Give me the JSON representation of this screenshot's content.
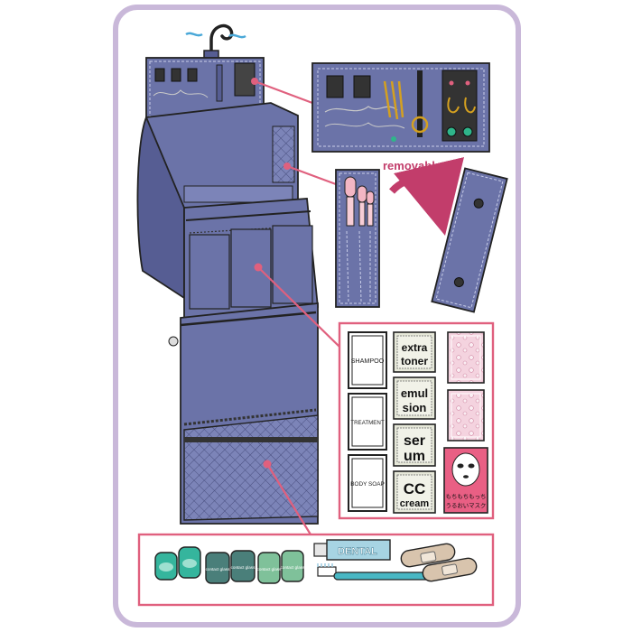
{
  "colors": {
    "frame": "#c9b8d9",
    "bag": "#6b73a8",
    "bag_dark": "#565d93",
    "accent_pink": "#e0607e",
    "arrow": "#c23d6b",
    "mesh": "#7c84b8"
  },
  "labels": {
    "removable": "removable"
  },
  "products": {
    "bottles": [
      "SHAMPOO",
      "TREATMENT",
      "BODY SOAP"
    ],
    "sachets": [
      {
        "line1": "extra",
        "line2": "toner"
      },
      {
        "line1": "emul",
        "line2": "sion"
      },
      {
        "line1": "ser",
        "line2": "um"
      },
      {
        "line1": "CC",
        "line2": "cream"
      }
    ],
    "mask_text_line1": "もちもちもっち",
    "mask_text_line2": "うるおいマスク"
  },
  "toiletries": {
    "contact_label": "contact glass",
    "toothpaste": "DENTAL"
  }
}
